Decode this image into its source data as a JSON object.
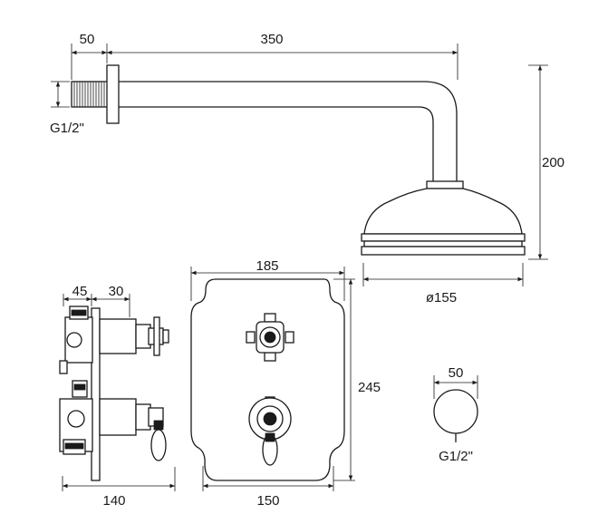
{
  "diagram": {
    "shower_arm": {
      "dim_wall_flange": "50",
      "dim_arm_length": "350",
      "dim_drop": "200",
      "thread_label": "G1/2\"",
      "dim_head_diameter": "ø155"
    },
    "valve_side_view": {
      "dim_depth_a": "45",
      "dim_depth_b": "30",
      "dim_total_depth": "140"
    },
    "valve_front_plate": {
      "dim_width_top": "185",
      "dim_height": "245",
      "dim_width_bottom": "150"
    },
    "wall_outlet": {
      "dim_diameter": "50",
      "thread_label": "G1/2\""
    }
  }
}
